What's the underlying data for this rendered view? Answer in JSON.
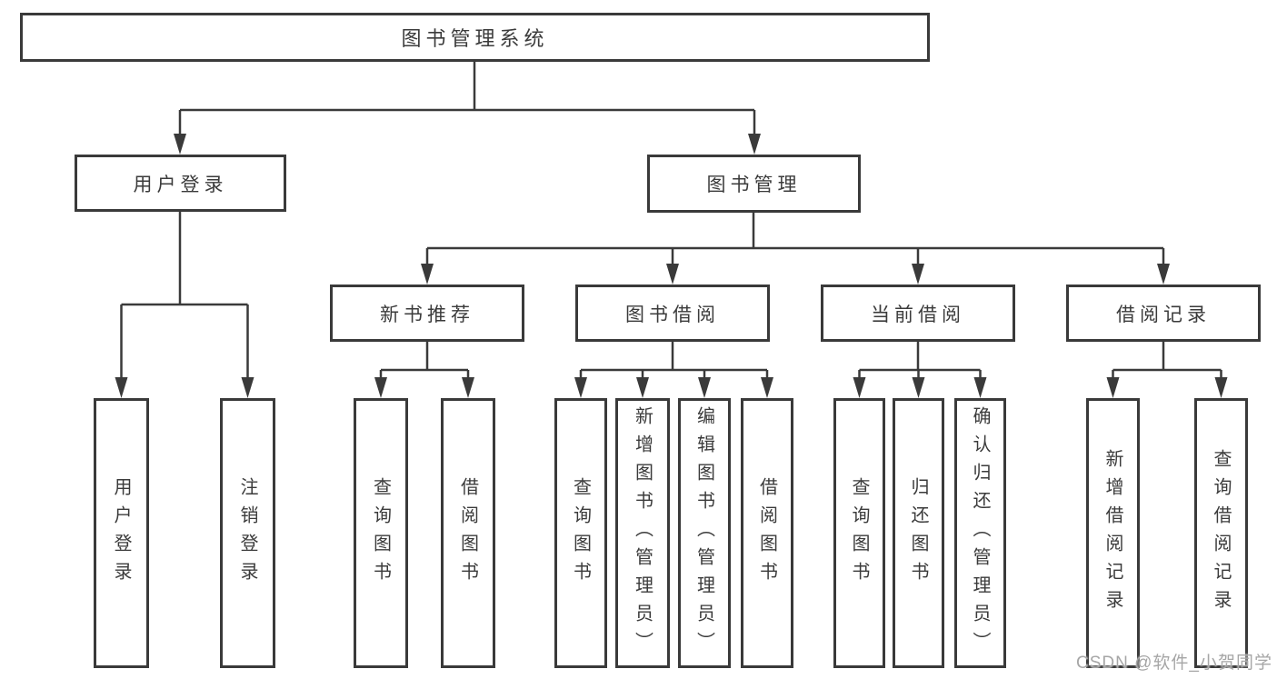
{
  "diagram": {
    "type": "tree",
    "root": {
      "label": "图书管理系统"
    },
    "level2": {
      "user_login": {
        "label": "用户登录"
      },
      "book_mgmt": {
        "label": "图书管理"
      }
    },
    "level3": {
      "new_book_rec": {
        "label": "新书推荐"
      },
      "book_borrow": {
        "label": "图书借阅"
      },
      "current_borrow": {
        "label": "当前借阅"
      },
      "borrow_records": {
        "label": "借阅记录"
      }
    },
    "leaves": {
      "user_login": {
        "label": "用户登录"
      },
      "logout": {
        "label": "注销登录"
      },
      "rec_query_books": {
        "label": "查询图书"
      },
      "rec_borrow_books": {
        "label": "借阅图书"
      },
      "bb_query_books": {
        "label": "查询图书"
      },
      "bb_add_books": {
        "label": "新增图书（管理员）"
      },
      "bb_edit_books": {
        "label": "编辑图书（管理员）"
      },
      "bb_borrow_books": {
        "label": "借阅图书"
      },
      "cb_query_books": {
        "label": "查询图书"
      },
      "cb_return_books": {
        "label": "归还图书"
      },
      "cb_confirm_return": {
        "label": "确认归还（管理员）"
      },
      "br_add_record": {
        "label": "新增借阅记录"
      },
      "br_query_record": {
        "label": "查询借阅记录"
      }
    }
  },
  "watermark": {
    "text": "CSDN @软件_小贺同学"
  },
  "colors": {
    "line": "#3a3a3a",
    "box_border": "#3a3a3a",
    "text": "#3b3b3b",
    "watermark": "#a6a6a6",
    "background": "#ffffff"
  }
}
